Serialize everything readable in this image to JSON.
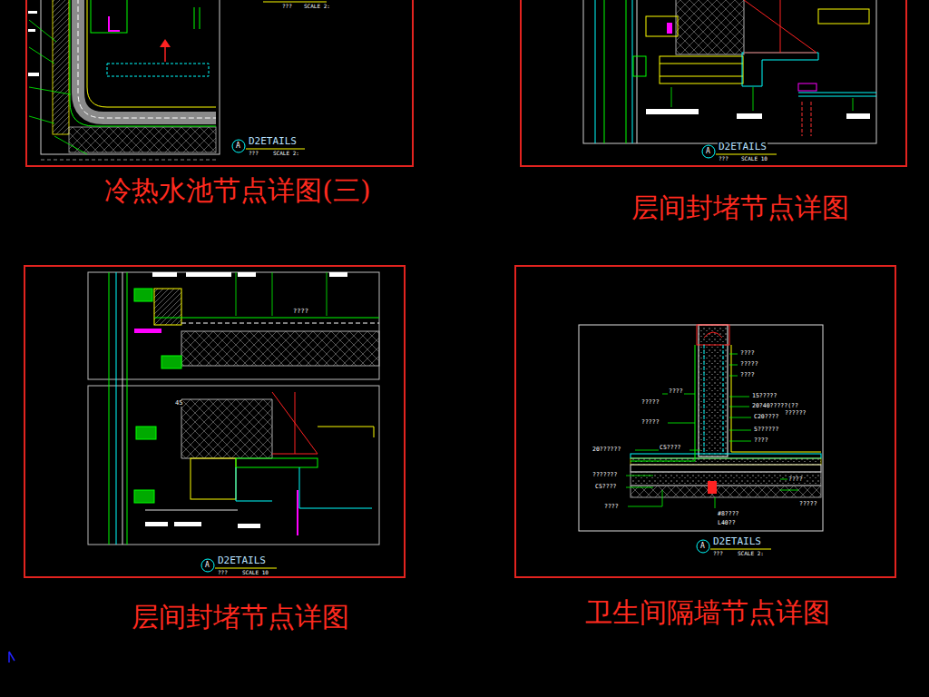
{
  "diagram": {
    "nodes": [
      {
        "text": [
          "冷热水池节点详图(三)"
        ]
      },
      {
        "text": [
          "层间封堵节点详图"
        ]
      },
      {
        "text": [
          "层间封堵节点详图"
        ]
      },
      {
        "text": [
          "卫生间隔墙节点详图"
        ]
      }
    ],
    "labels": [
      "A",
      "D2ETAILS",
      "???",
      "SCALE 2:",
      "???",
      "SCALE 2:",
      "A",
      "D2ETAILS",
      "???",
      "SCALE 10",
      "A",
      "D2ETAILS",
      "???",
      "SCALE 10",
      "????",
      "45",
      "A",
      "D2ETAILS",
      "???",
      "SCALE 2:",
      "????",
      "?????",
      "????",
      "????",
      "?????",
      "??????",
      "15?????",
      "20?40?????(??",
      "C20????",
      "?????",
      "5??????",
      "????",
      "20??????",
      "C5????",
      "???????",
      "C5????",
      "????",
      "????",
      "?????",
      "#8????",
      "L40??"
    ]
  }
}
